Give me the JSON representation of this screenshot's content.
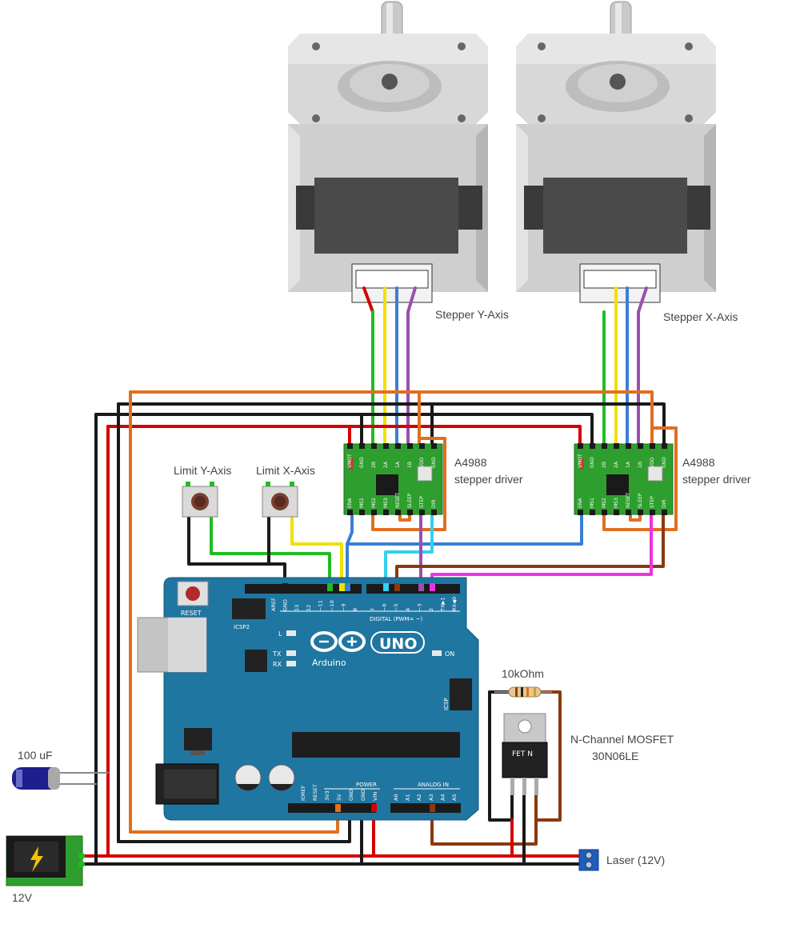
{
  "labels": {
    "stepper_y": "Stepper Y-Axis",
    "stepper_x": "Stepper X-Axis",
    "driver_line1": "A4988",
    "driver_line2": "stepper driver",
    "limit_y": "Limit Y-Axis",
    "limit_x": "Limit X-Axis",
    "resistor": "10kOhm",
    "mosfet_line1": "N-Channel MOSFET",
    "mosfet_line2": "30N06LE",
    "mosfet_tab": "FET N",
    "capacitor": "100 uF",
    "power": "12V",
    "laser": "Laser (12V)"
  },
  "driver_pins": {
    "top": [
      "VMOT",
      "GND",
      "2B",
      "2A",
      "1A",
      "1B",
      "VDD",
      "GND"
    ],
    "bottom": [
      "ENA",
      "MS1",
      "MS2",
      "MS3",
      "RESET",
      "SLEEP",
      "STEP",
      "DIR"
    ]
  },
  "arduino": {
    "brand": "Arduino",
    "model": "UNO",
    "reset_label": "RESET",
    "icsp2_label": "ICSP2",
    "icsp_label": "ICSP",
    "l_label": "L",
    "tx_label": "TX",
    "rx_label": "RX",
    "on_label": "ON",
    "digital_label": "DIGITAL (PWM= ~)",
    "power_label": "POWER",
    "analog_label": "ANALOG IN",
    "digital_pins": [
      "AREF",
      "GND",
      "13",
      "12",
      "~11",
      "~10",
      "~9",
      "8",
      "7",
      "~6",
      "~5",
      "4",
      "~3",
      "2",
      "TX▶1",
      "RX◀0"
    ],
    "power_pins": [
      "IOREF",
      "RESET",
      "3V3",
      "5V",
      "GND",
      "GND",
      "VIN"
    ],
    "analog_pins": [
      "A0",
      "A1",
      "A2",
      "A3",
      "A4",
      "A5"
    ]
  },
  "wire_colors": {
    "red": "#d40000",
    "black": "#1a1a1a",
    "orange": "#e07020",
    "green": "#22bb22",
    "yellow": "#f0e000",
    "blue": "#3a7fd5",
    "purple": "#9b4fb0",
    "cyan": "#33d0f0",
    "brown": "#8a3a10",
    "magenta": "#f030e0",
    "board_blue": "#1f76a0",
    "driver_green": "#2e9e2e"
  }
}
